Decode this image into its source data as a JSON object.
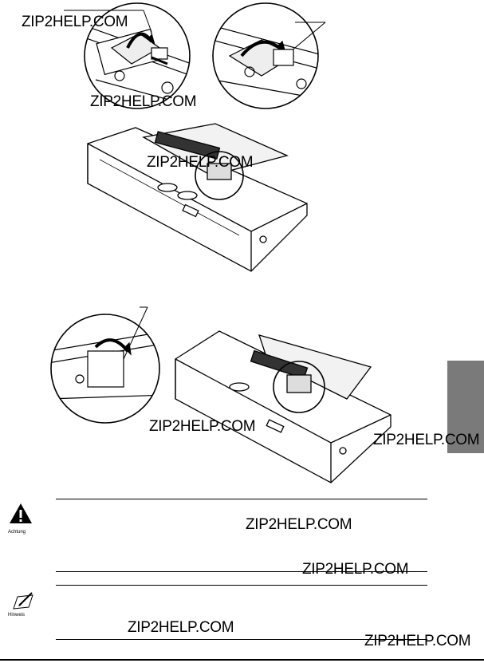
{
  "watermarks": [
    "ZIP2HELP.COM",
    "ZIP2HELP.COM",
    "ZIP2HELP.COM",
    "ZIP2HELP.COM",
    "ZIP2HELP.COM",
    "ZIP2HELP.COM",
    "ZIP2HELP.COM",
    "ZIP2HELP.COM",
    "ZIP2HELP.COM"
  ],
  "notices": {
    "caution_label": "Achtung",
    "note_label": "Hinweis"
  },
  "colors": {
    "side_tab": "#7a7a7a",
    "ink": "#000000"
  }
}
